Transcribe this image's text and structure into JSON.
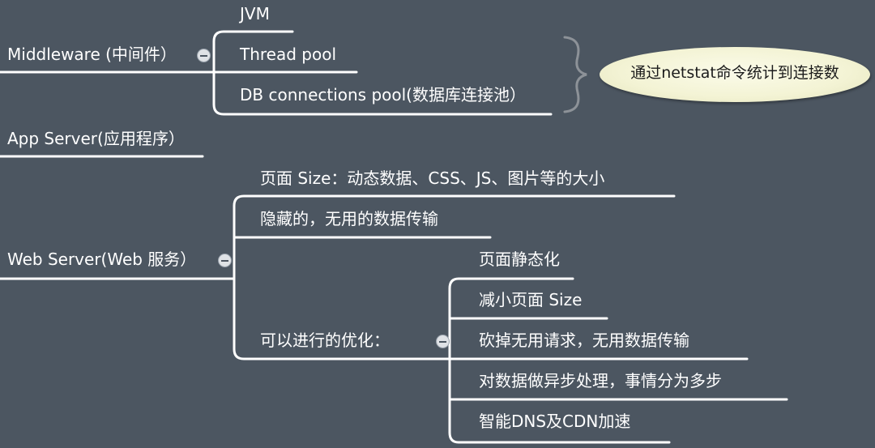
{
  "nodes": {
    "middleware": {
      "label": "Middleware (中间件）",
      "children": [
        "JVM",
        "Thread pool",
        "DB connections pool(数据库连接池）"
      ],
      "note": "通过netstat命令统计到连接数"
    },
    "app_server": {
      "label": "App Server(应用程序）"
    },
    "web_server": {
      "label": "Web Server(Web 服务）",
      "children": [
        "页面 Size：动态数据、CSS、JS、图片等的大小",
        "隐藏的，无用的数据传输"
      ],
      "optimization": {
        "label": "可以进行的优化：",
        "children": [
          "页面静态化",
          "减小页面 Size",
          "砍掉无用请求，无用数据传输",
          "对数据做异步处理，事情分为多步",
          "智能DNS及CDN加速"
        ]
      }
    }
  },
  "colors": {
    "background": "#4c5661",
    "line": "#ffffff",
    "text": "#ffffff",
    "callout_fill": "#f3f3d4",
    "callout_text": "#1c1c1c",
    "collapse_button": "#dfe2e6"
  },
  "icons": [
    "collapse-icon",
    "curly-brace-icon"
  ]
}
